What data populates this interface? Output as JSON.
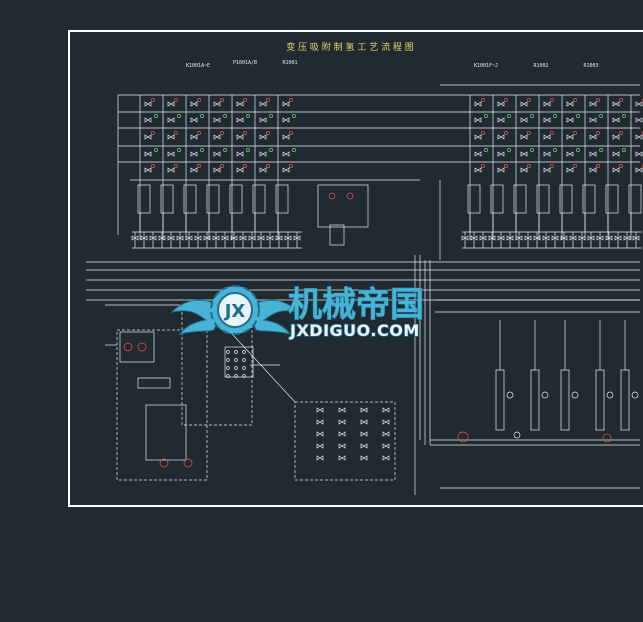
{
  "drawing": {
    "title": "变 压 吸 附 制 氢 工 艺 流 程 图",
    "left_tags": [
      "K1001A~E",
      "P1001A/B",
      "R1001"
    ],
    "right_tags": [
      "K1001F~J",
      "R1002",
      "R1003"
    ],
    "colors": {
      "background": "#222a31",
      "frame": "#ffffff",
      "line": "#e6ecef",
      "accent_red": "#e0584f",
      "accent_green": "#6fd06a",
      "accent_yellow": "#e8d36a"
    }
  },
  "watermark": {
    "brand": "机械帝国",
    "site": "JXDIGUO.COM",
    "logo_letters": "JX",
    "colors": {
      "primary": "#49b3d6",
      "dark": "#1d6f8e"
    }
  }
}
